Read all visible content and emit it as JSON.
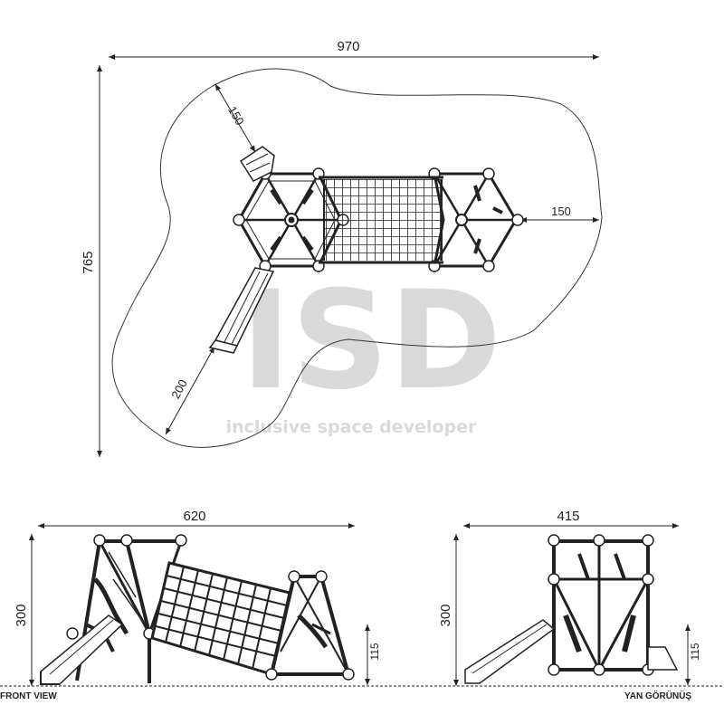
{
  "plan_view": {
    "width_label": "970",
    "depth_label": "765",
    "safety_top_label": "150",
    "safety_right_label": "150",
    "safety_slide_label": "200"
  },
  "front_view": {
    "width_label": "620",
    "height_label": "300",
    "platform_label": "115",
    "caption": "FRONT VIEW"
  },
  "side_view": {
    "width_label": "415",
    "height_label": "300",
    "platform_label": "115",
    "caption": "YAN GÖRÜNÜŞ"
  },
  "watermark": {
    "logo": "ISD",
    "tagline": "inclusive space developer"
  }
}
